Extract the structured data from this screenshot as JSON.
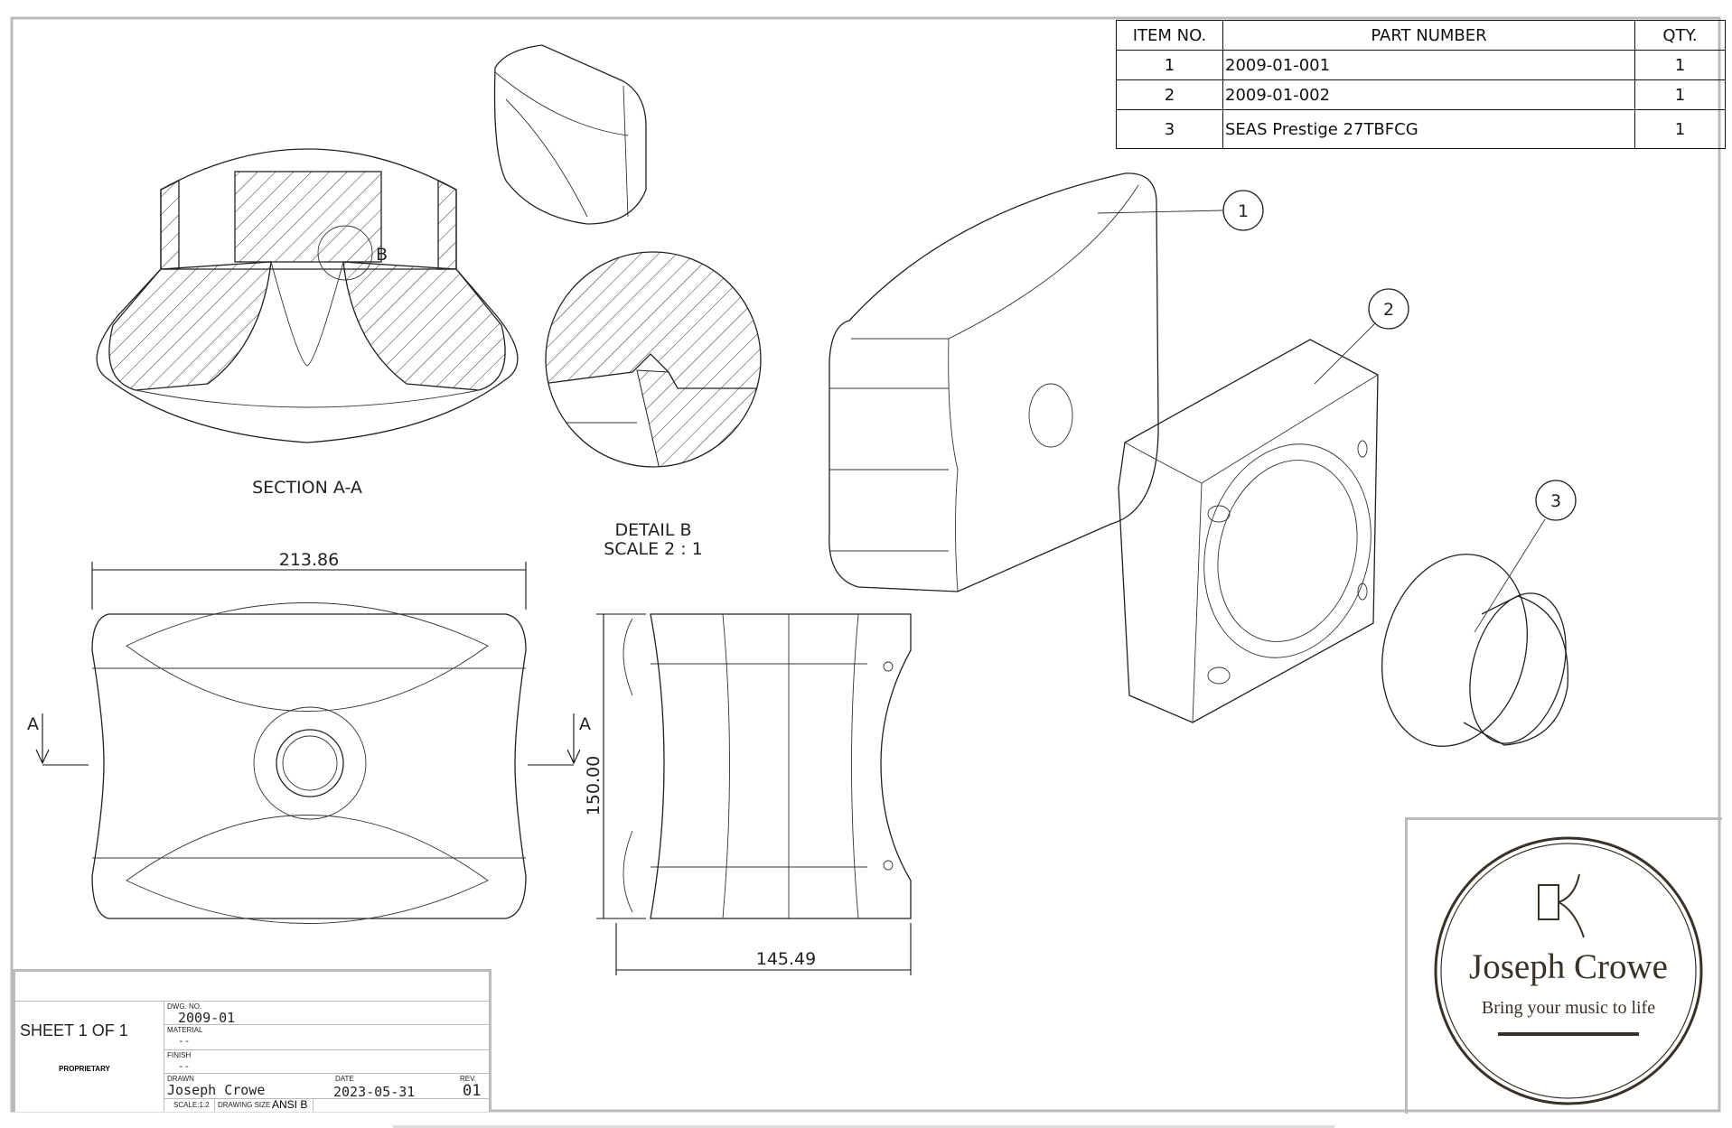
{
  "bom": {
    "headers": [
      "ITEM NO.",
      "PART NUMBER",
      "QTY."
    ],
    "rows": [
      {
        "item": "1",
        "part": "2009-01-001",
        "qty": "1"
      },
      {
        "item": "2",
        "part": "2009-01-002",
        "qty": "1"
      },
      {
        "item": "3",
        "part": "SEAS Prestige 27TBFCG",
        "qty": "1"
      }
    ]
  },
  "views": {
    "section_label": "SECTION A-A",
    "detail_label": "DETAIL B",
    "detail_scale": "SCALE 2 : 1",
    "detail_marker": "B",
    "section_marker_left": "A",
    "section_marker_right": "A"
  },
  "dimensions": {
    "width": "213.86",
    "height": "150.00",
    "depth": "145.49"
  },
  "balloons": [
    "1",
    "2",
    "3"
  ],
  "title_block": {
    "sheet": "SHEET 1 OF 1",
    "proprietary": "PROPRIETARY",
    "dwg_no_label": "DWG. NO.",
    "dwg_no": "2009-01",
    "material_label": "MATERIAL",
    "material": "--",
    "finish_label": "FINISH",
    "finish": "--",
    "drawn_label": "DRAWN",
    "drawn": "Joseph Crowe",
    "date_label": "DATE",
    "date": "2023-05-31",
    "rev_label": "REV.",
    "rev": "01",
    "scale": "SCALE:1:2",
    "size_label": "DRAWING SIZE",
    "size": "ANSI B"
  },
  "logo": {
    "name": "Joseph Crowe",
    "tagline": "Bring your music to life",
    "color": "#3a3226"
  }
}
